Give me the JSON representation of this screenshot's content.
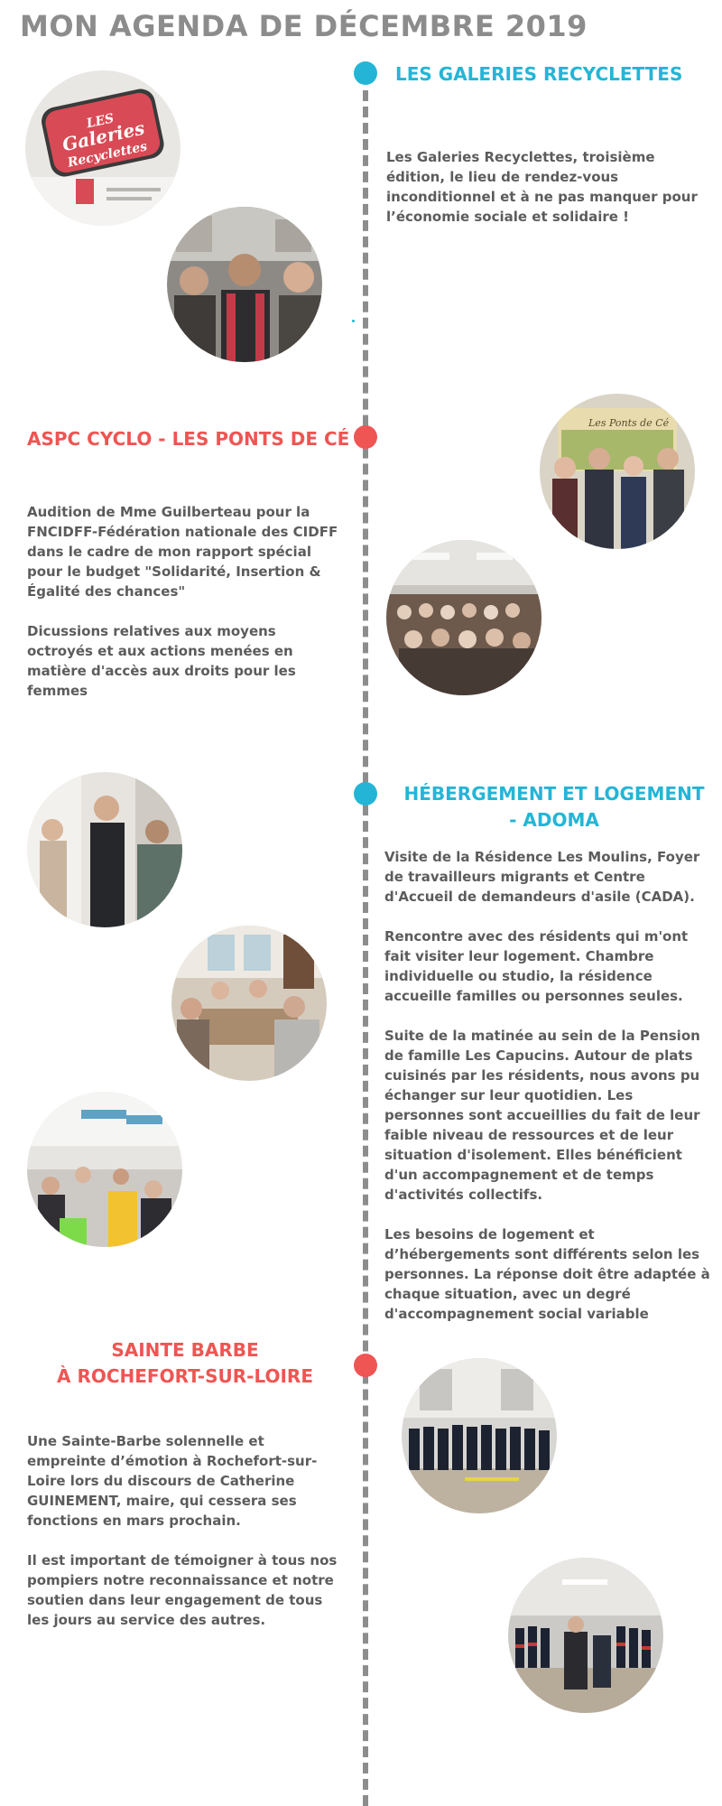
{
  "page": {
    "title": "MON AGENDA DE DÉCEMBRE 2019"
  },
  "colors": {
    "accent_blue": "#24b5d6",
    "accent_red": "#ef5553",
    "timeline": "#8d8d8d",
    "text": "#5c5c5c",
    "title": "#8c8c8c"
  },
  "events": [
    {
      "heading": "LES GALERIES RECYCLETTES",
      "color": "blue",
      "text": "Les Galeries Recyclettes, troisième édition, le lieu de rendez-vous inconditionnel et à ne pas manquer pour l’économie sociale et solidaire !",
      "photos": [
        "galeries-recyclettes-sign-photo",
        "galeries-recyclettes-visit-photo"
      ],
      "sign_text": [
        "LES",
        "Galeries",
        "Recyclettes"
      ]
    },
    {
      "heading": "ASPC CYCLO - LES PONTS DE CÉ",
      "color": "red",
      "text": "Audition de Mme Guilberteau pour la FNCIDFF-Fédération nationale des CIDFF dans le cadre de mon rapport spécial pour le budget \"Solidarité, Insertion & Égalité des chances\"\n\nDicussions relatives aux moyens octroyés et aux actions menées en matière d'accès aux droits pour les femmes",
      "photos": [
        "group-portrait-photo",
        "audience-photo"
      ],
      "sign_text": [
        "Les Ponts de Cé"
      ]
    },
    {
      "heading": "HÉBERGEMENT ET LOGEMENT - ADOMA",
      "color": "blue",
      "text": "Visite de la Résidence Les Moulins, Foyer de travailleurs migrants et Centre d'Accueil de demandeurs d'asile (CADA).\n\nRencontre avec des résidents qui m'ont fait visiter leur logement. Chambre individuelle ou studio, la résidence accueille familles ou personnes seules.\n\n Suite de la matinée au sein de la Pension de famille Les Capucins. Autour de plats cuisinés par les résidents, nous avons pu échanger sur leur quotidien. Les personnes sont accueillies du fait de leur faible niveau de ressources et de leur situation d'isolement. Elles bénéficient d'un accompagnement et de temps d'activités collectifs.\n\nLes besoins de logement et d’hébergements sont différents selon les personnes. La réponse doit être adaptée à chaque situation, avec un degré d'accompagnement social variable",
      "photos": [
        "residence-visit-photo",
        "shared-meal-photo",
        "dining-hall-photo"
      ]
    },
    {
      "heading": "SAINTE BARBE\nÀ ROCHEFORT-SUR-LOIRE",
      "color": "red",
      "text": "Une Sainte-Barbe solennelle et empreinte d’émotion à Rochefort-sur-Loire lors du discours de Catherine GUINEMENT, maire, qui cessera ses fonctions en mars prochain.\n\nIl est important de témoigner à tous nos pompiers notre reconnaissance et notre soutien dans leur engagement de tous les jours au service des autres.",
      "photos": [
        "firefighters-lineup-photo",
        "firefighters-speech-photo"
      ]
    }
  ]
}
